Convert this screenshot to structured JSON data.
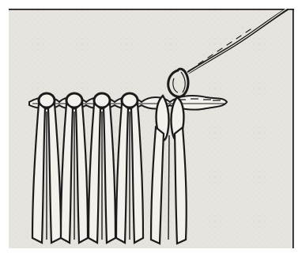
{
  "figure": {
    "kind": "line-engraving",
    "subject": "crochet-fringe-technique",
    "paper_color": "#e7e4df",
    "ink_color": "#1b1b1b",
    "border_color": "#111111",
    "fringe_strand_count": 5
  }
}
